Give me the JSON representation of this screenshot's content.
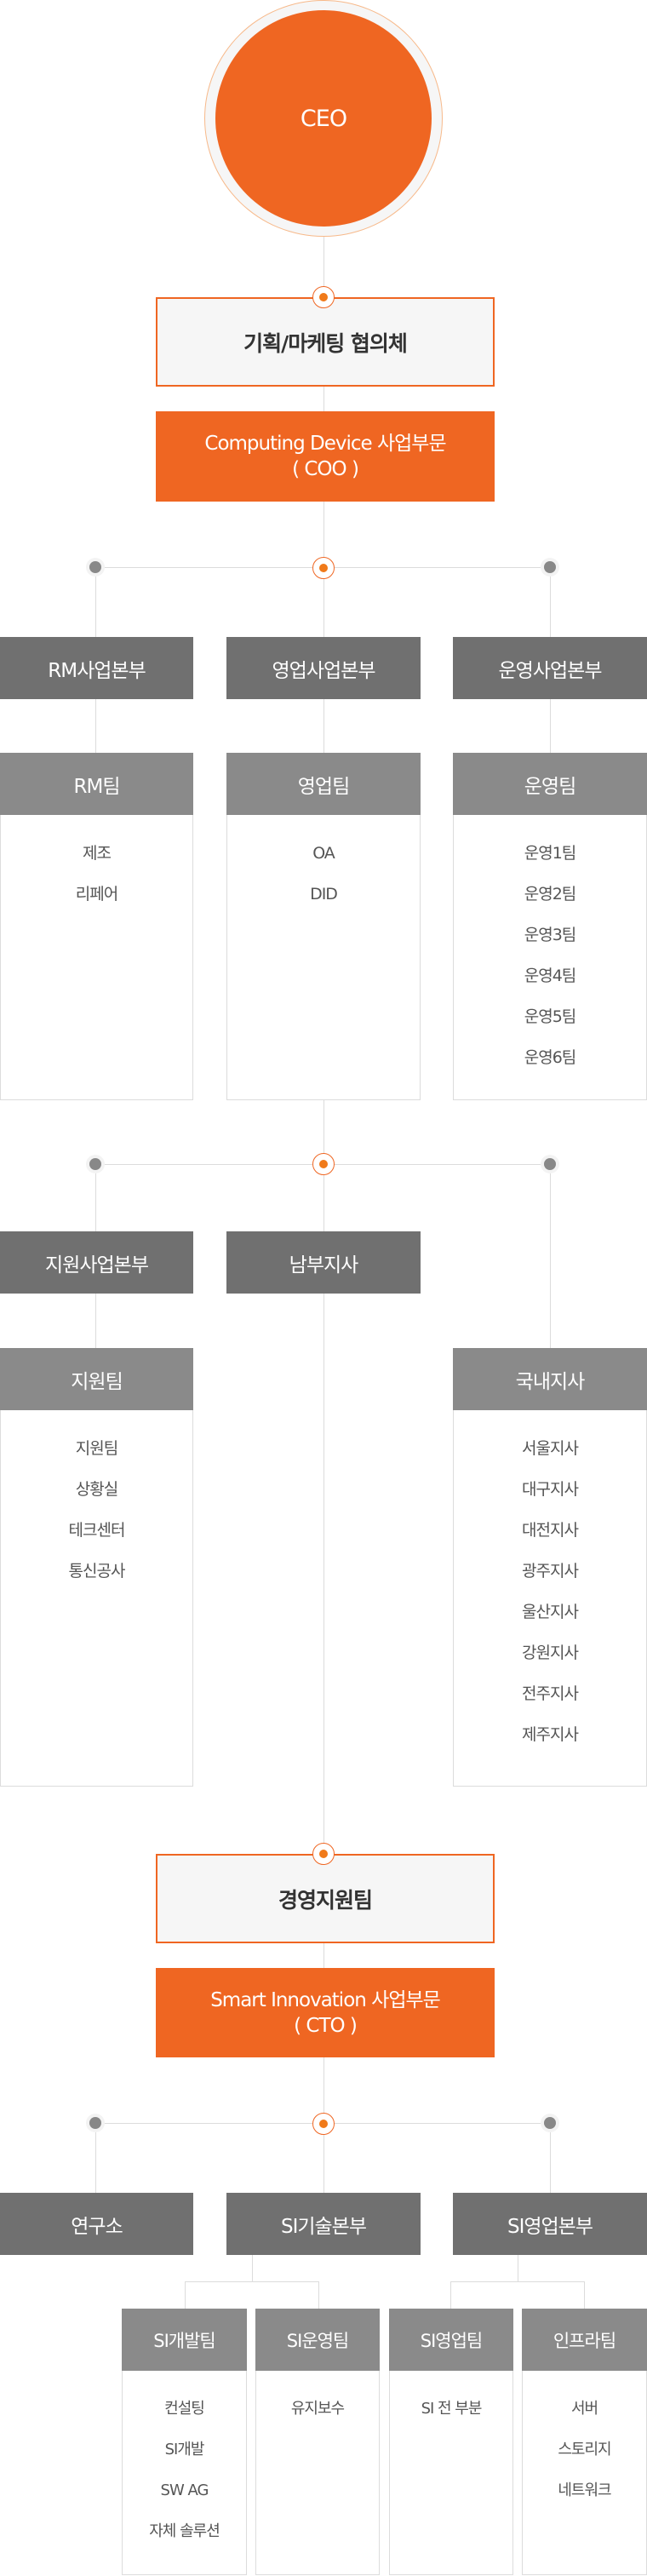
{
  "ceo": {
    "label": "CEO"
  },
  "colors": {
    "accent": "#ef6622",
    "division": "#707070",
    "team": "#8a8a8a"
  },
  "section1": {
    "council": "기획/마케팅 협의체",
    "exec_line1": "Computing Device 사업부문",
    "exec_line2": "( COO )",
    "divisions": [
      "RM사업본부",
      "영업사업본부",
      "운영사업본부"
    ],
    "teams": [
      {
        "name": "RM팀",
        "items": [
          "제조",
          "리페어"
        ]
      },
      {
        "name": "영업팀",
        "items": [
          "OA",
          "DID"
        ]
      },
      {
        "name": "운영팀",
        "items": [
          "운영1팀",
          "운영2팀",
          "운영3팀",
          "운영4팀",
          "운영5팀",
          "운영6팀"
        ]
      }
    ],
    "divisions2": [
      "지원사업본부",
      "남부지사"
    ],
    "teams2": [
      {
        "name": "지원팀",
        "items": [
          "지원팀",
          "상황실",
          "테크센터",
          "통신공사"
        ]
      },
      {
        "name": "국내지사",
        "items": [
          "서울지사",
          "대구지사",
          "대전지사",
          "광주지사",
          "울산지사",
          "강원지사",
          "전주지사",
          "제주지사"
        ]
      }
    ]
  },
  "section2": {
    "council": "경영지원팀",
    "exec_line1": "Smart Innovation 사업부문",
    "exec_line2": "( CTO )",
    "divisions": [
      "연구소",
      "SI기술본부",
      "SI영업본부"
    ],
    "teams": [
      {
        "name": "SI개발팀",
        "items": [
          "컨설팅",
          "SI개발",
          "SW AG",
          "자체 솔루션"
        ]
      },
      {
        "name": "SI운영팀",
        "items": [
          "유지보수"
        ]
      },
      {
        "name": "SI영업팀",
        "items": [
          "SI 전 부분"
        ]
      },
      {
        "name": "인프라팀",
        "items": [
          "서버",
          "스토리지",
          "네트워크"
        ]
      }
    ]
  }
}
